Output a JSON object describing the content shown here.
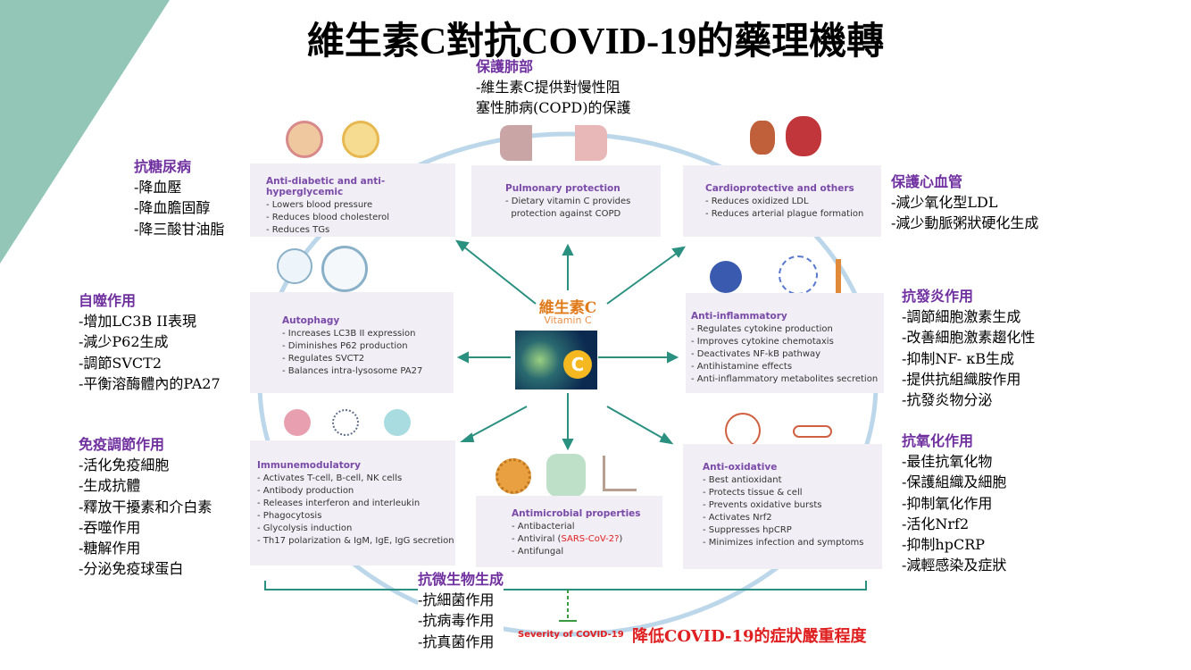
{
  "title": "維生素C對抗COVID-19的藥理機轉",
  "center": {
    "zh": "維生素C",
    "en": "Vitamin C",
    "badge": "C"
  },
  "boxes": {
    "diabetic": {
      "title": "Anti-diabetic and anti-hyperglycemic",
      "items": [
        "- Lowers blood pressure",
        "- Reduces blood cholesterol",
        "- Reduces TGs"
      ]
    },
    "pulmonary": {
      "title": "Pulmonary protection",
      "items": [
        "- Dietary vitamin C provides",
        "  protection against COPD"
      ]
    },
    "cardio": {
      "title": "Cardioprotective and others",
      "items": [
        "- Reduces oxidized LDL",
        "- Reduces arterial plague formation"
      ]
    },
    "autophagy": {
      "title": "Autophagy",
      "items": [
        "- Increases LC3B II expression",
        "- Diminishes P62 production",
        "- Regulates SVCT2",
        "- Balances intra-lysosome PA27"
      ]
    },
    "inflammatory": {
      "title": "Anti-inflammatory",
      "items": [
        "- Regulates cytokine production",
        "- Improves cytokine chemotaxis",
        "- Deactivates NF-kB pathway",
        "- Antihistamine effects",
        "- Anti-inflammatory metabolites secretion"
      ]
    },
    "immune": {
      "title": "Immunemodulatory",
      "items": [
        "- Activates T-cell, B-cell, NK cells",
        "- Antibody production",
        "- Releases interferon and interleukin",
        "- Phagocytosis",
        "- Glycolysis induction",
        "- Th17 polarization & IgM, IgE, IgG secretion"
      ]
    },
    "antimicrobial": {
      "title": "Antimicrobial properties",
      "items": [
        "- Antibacterial",
        "- Antifungal"
      ],
      "antiviral_pre": "- Antiviral (",
      "antiviral_red": "SARS-CoV-2?",
      "antiviral_post": ")"
    },
    "oxidative": {
      "title": "Anti-oxidative",
      "items": [
        "- Best antioxidant",
        "- Protects tissue & cell",
        "- Prevents oxidative bursts",
        "- Activates Nrf2",
        "- Suppresses hpCRP",
        "- Minimizes infection and symptoms"
      ]
    }
  },
  "notes": {
    "diabetic": {
      "h": "抗糖尿病",
      "items": [
        "-降血壓",
        "-降血膽固醇",
        "-降三酸甘油脂"
      ]
    },
    "lung": {
      "h": "保護肺部",
      "items": [
        "-維生素C提供對慢性阻",
        "塞性肺病(COPD)的保護"
      ]
    },
    "heart": {
      "h": "保護心血管",
      "items": [
        "-減少氧化型LDL",
        "-減少動脈粥狀硬化生成"
      ]
    },
    "autophagy": {
      "h": "自噬作用",
      "items": [
        "-增加LC3B II表現",
        "-減少P62生成",
        "-調節SVCT2",
        "-平衡溶酶體內的PA27"
      ]
    },
    "inflammatory": {
      "h": "抗發炎作用",
      "items": [
        "-調節細胞激素生成",
        "-改善細胞激素趨化性",
        "-抑制NF- κB生成",
        "-提供抗組織胺作用",
        "-抗發炎物分泌"
      ]
    },
    "immune": {
      "h": "免疫調節作用",
      "items": [
        "-活化免疫細胞",
        "-生成抗體",
        "-釋放干擾素和介白素",
        "-吞噬作用",
        "-糖解作用",
        "-分泌免疫球蛋白"
      ]
    },
    "oxidative": {
      "h": "抗氧化作用",
      "items": [
        "-最佳抗氧化物",
        "-保護組織及細胞",
        "-抑制氧化作用",
        "-活化Nrf2",
        "-抑制hpCRP",
        "-減輕感染及症狀"
      ]
    },
    "microbial": {
      "h": "抗微生物生成",
      "items": [
        "-抗細菌作用",
        "-抗病毒作用",
        "-抗真菌作用"
      ]
    }
  },
  "severity": {
    "en": "Severity of COVID-19",
    "zh": "降低COVID-19的症狀嚴重程度"
  },
  "colors": {
    "purple": "#7030a0",
    "teal": "#2a9080",
    "red": "#e02020",
    "orange": "#e07a1a"
  }
}
